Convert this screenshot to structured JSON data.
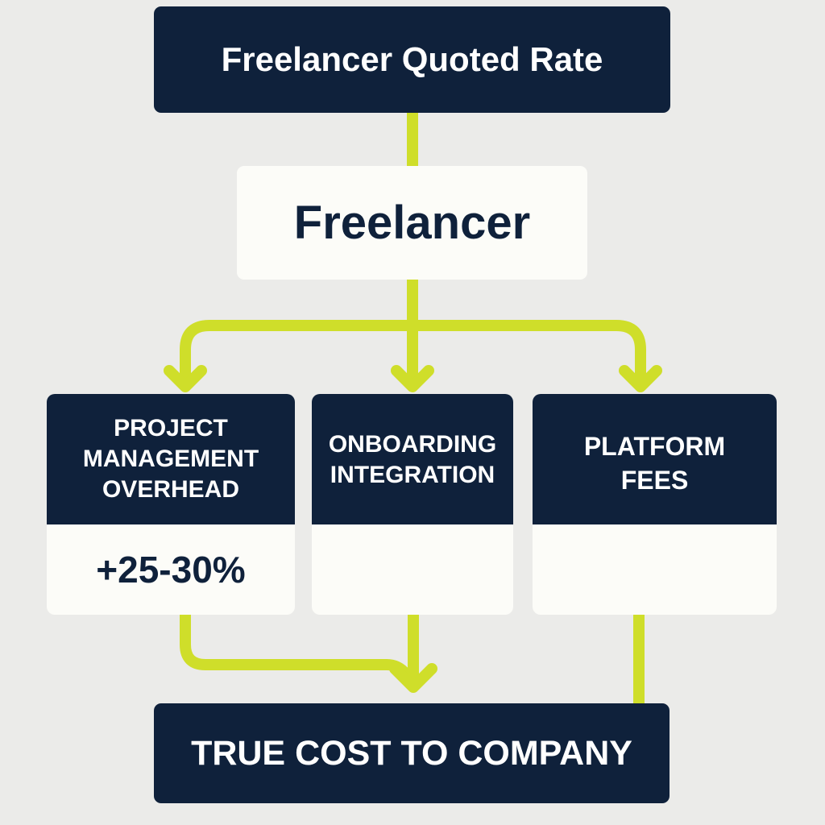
{
  "diagram": {
    "top_box": {
      "label": "Freelancer Quoted Rate"
    },
    "middle_box": {
      "label": "Freelancer"
    },
    "cost_cards": [
      {
        "title_lines": [
          "PROJECT",
          "MANAGEMENT",
          "OVERHEAD"
        ],
        "value": "+25-30%"
      },
      {
        "title_lines": [
          "ONBOARDING",
          "INTEGRATION"
        ],
        "value": ""
      },
      {
        "title_lines": [
          "PLATFORM",
          "FEES"
        ],
        "value": ""
      }
    ],
    "bottom_box": {
      "label": "TRUE COST TO COMPANY"
    }
  },
  "colors": {
    "background": "#ebebe9",
    "navy": "#0f213b",
    "card_light": "#fcfcf8",
    "connector": "#cfde2a"
  }
}
